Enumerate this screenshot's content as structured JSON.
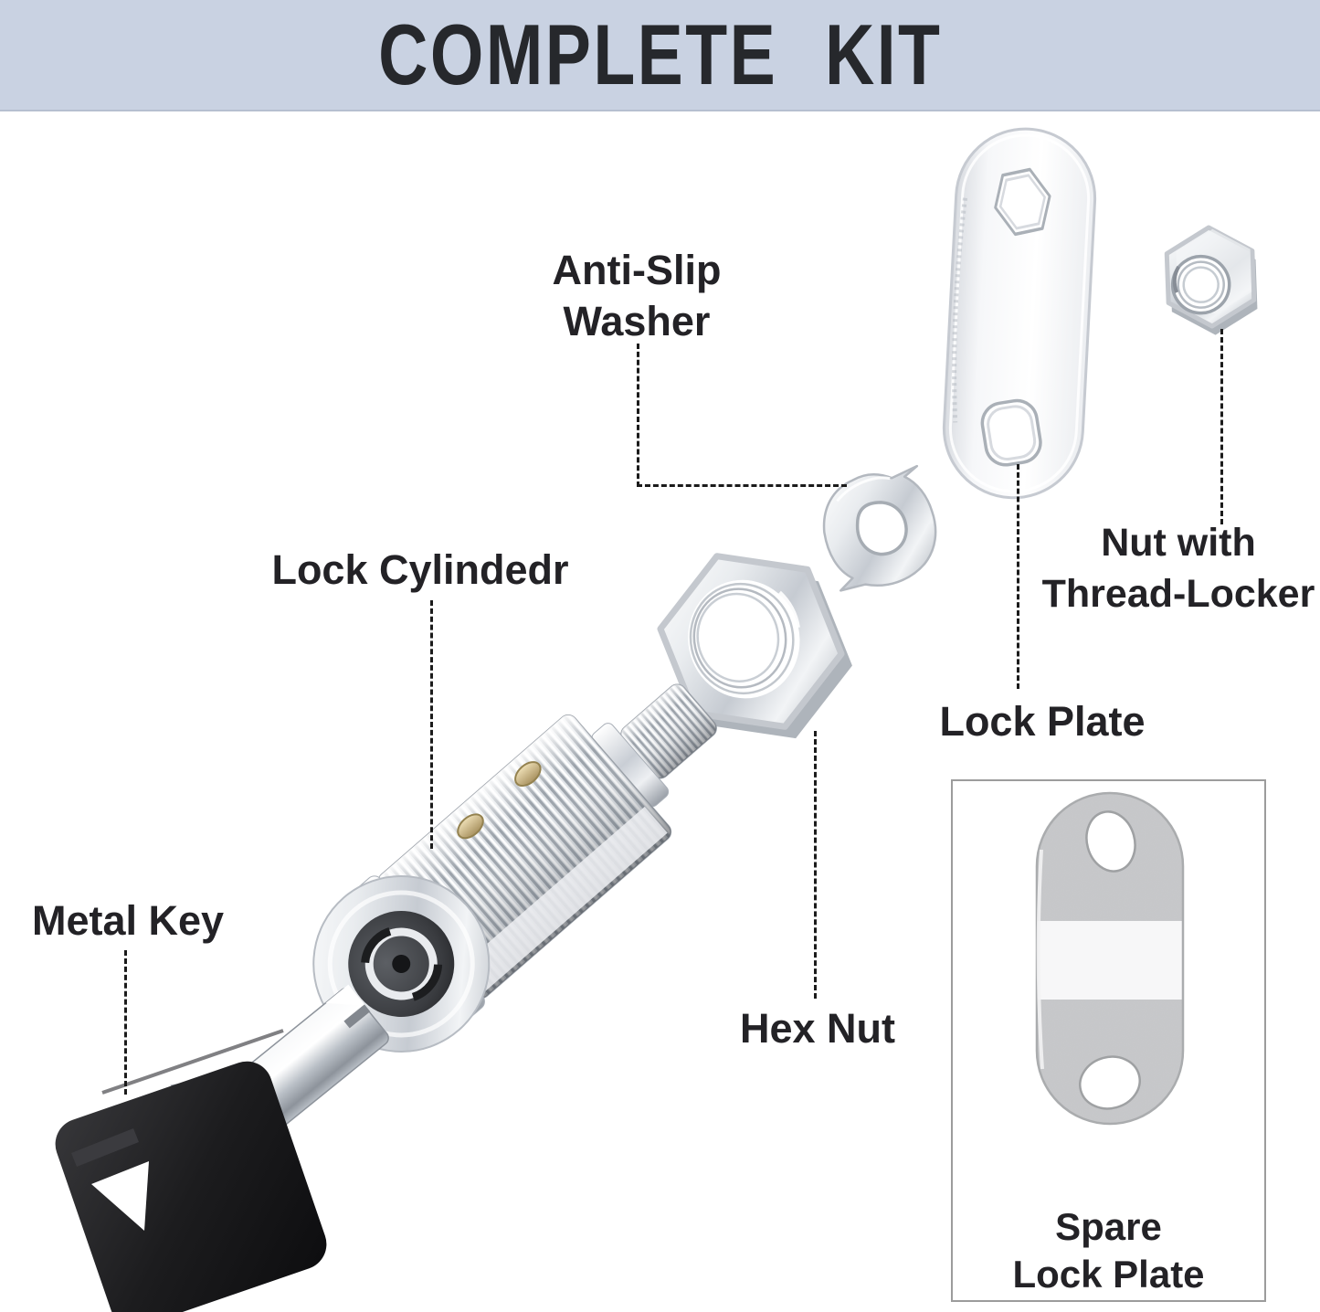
{
  "banner": {
    "title": "COMPLETE KIT",
    "background": "#c9d2e2",
    "text_color": "#26282c"
  },
  "labels": {
    "anti_slip_washer_line1": "Anti-Slip",
    "anti_slip_washer_line2": "Washer",
    "lock_cylinder": "Lock Cylindedr",
    "metal_key": "Metal Key",
    "hex_nut": "Hex Nut",
    "lock_plate": "Lock Plate",
    "nut_thread_locker_line1": "Nut with",
    "nut_thread_locker_line2": "Thread-Locker",
    "spare_lock_plate_line1": "Spare",
    "spare_lock_plate_line2": "Lock Plate"
  },
  "colors": {
    "background": "#ffffff",
    "label_text": "#232226",
    "leader_line": "#1b1b1b",
    "panel_border": "#9c9c9c",
    "metal_highlight": "#f4f5f7",
    "metal_mid": "#c9cdd3",
    "metal_shadow": "#9aa0a8",
    "brass_pin": "#d8c193",
    "key_plastic": "#1d1d1f"
  }
}
